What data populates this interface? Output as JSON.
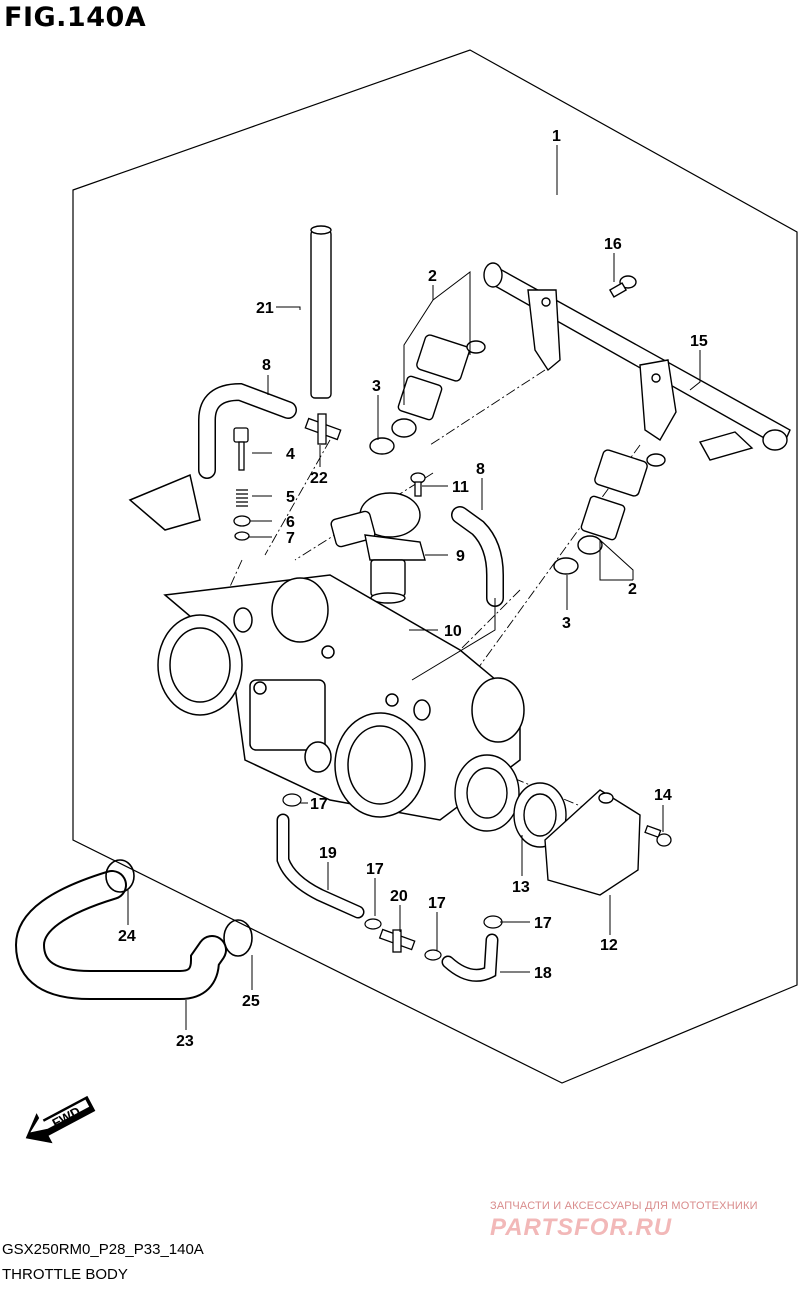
{
  "figure_title": "FIG.140A",
  "callouts": [
    "1",
    "2",
    "3",
    "4",
    "5",
    "6",
    "7",
    "8",
    "9",
    "10",
    "11",
    "12",
    "13",
    "14",
    "15",
    "16",
    "17",
    "18",
    "19",
    "20",
    "21",
    "22",
    "23",
    "24",
    "25"
  ],
  "fwd_label": "FWD",
  "footer": {
    "code": "GSX250RM0_P28_P33_140A",
    "name": "THROTTLE BODY"
  },
  "watermark": {
    "tagline": "ЗАПЧАСТИ И АКСЕССУАРЫ ДЛЯ МОТОТЕХНИКИ",
    "logo": "PARTSFOR.RU"
  }
}
